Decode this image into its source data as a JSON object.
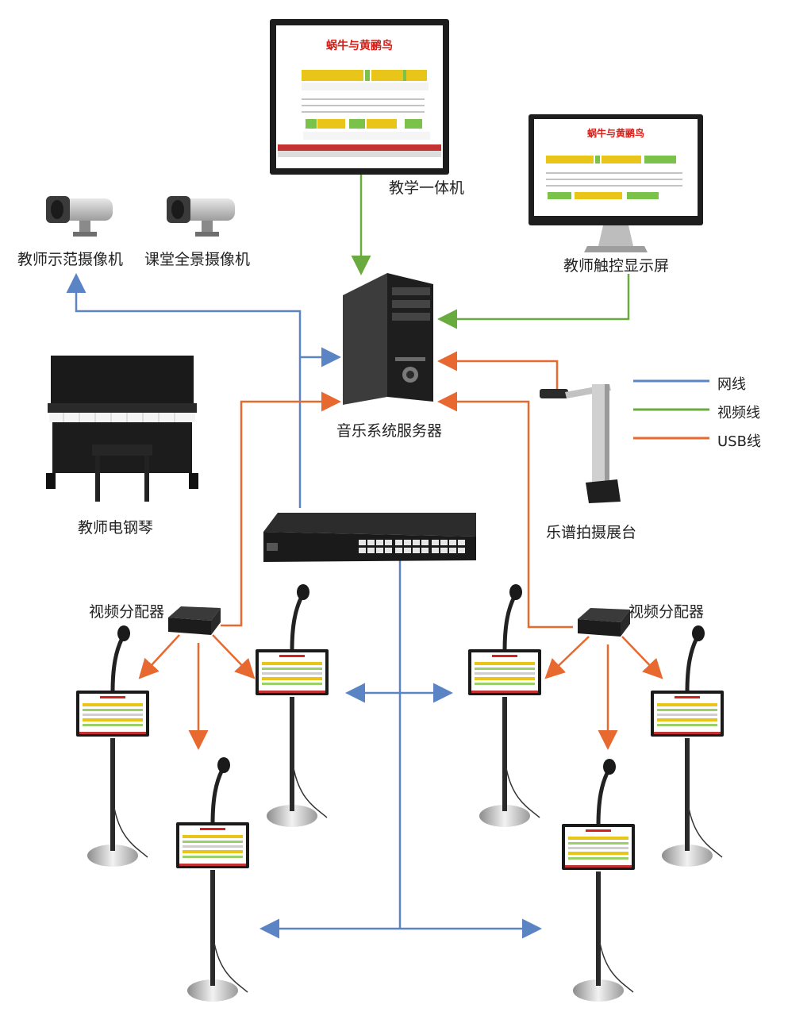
{
  "screen_title": "蜗牛与黄鹂鸟",
  "labels": {
    "teaching_display": "教学一体机",
    "touch_display": "教师触控显示屏",
    "demo_camera": "教师示范摄像机",
    "panorama_camera": "课堂全景摄像机",
    "server": "音乐系统服务器",
    "piano": "教师电钢琴",
    "score_stand": "乐谱拍摄展台",
    "splitter_left": "视频分配器",
    "splitter_right": "视频分配器"
  },
  "legend": [
    {
      "label": "网线",
      "color": "#5b84c4"
    },
    {
      "label": "视频线",
      "color": "#6aab3f"
    },
    {
      "label": "USB线",
      "color": "#e8692f"
    }
  ]
}
